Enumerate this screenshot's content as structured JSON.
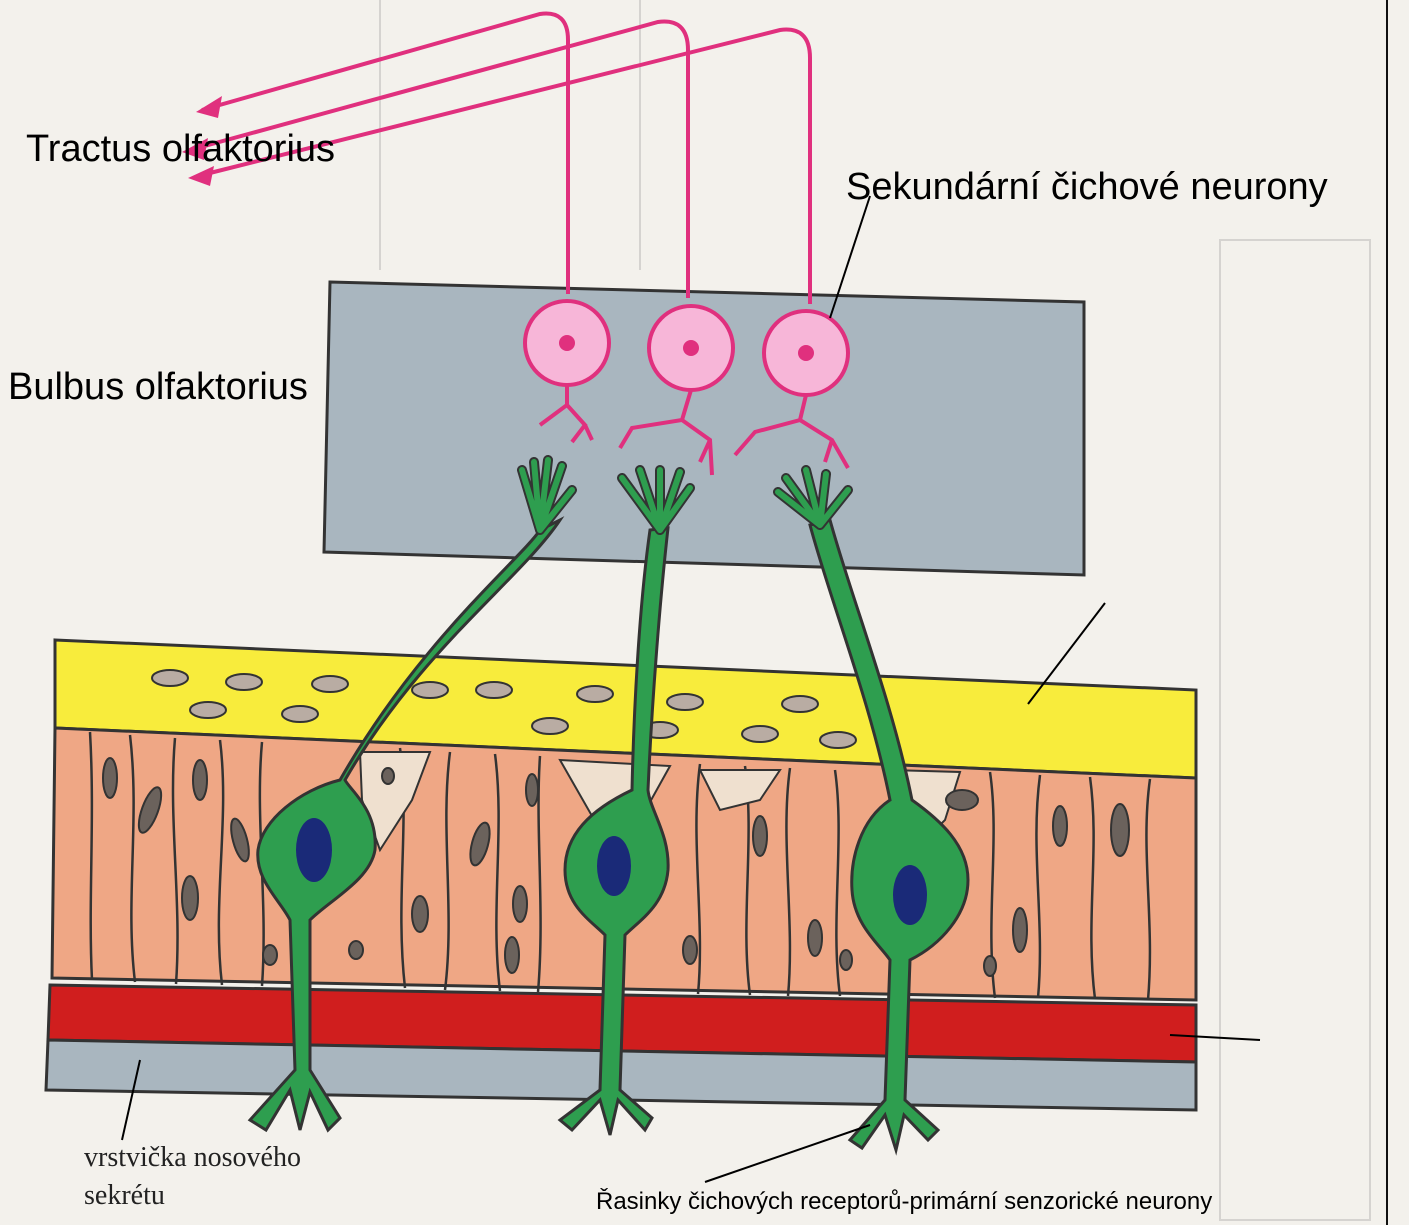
{
  "labels": {
    "tractus": "Tractus olfaktorius",
    "bulbus": "Bulbus olfaktorius",
    "sekundarni": "Sekundární čichové neurony",
    "vrstvicka_line1": "vrstvička nosového",
    "vrstvicka_line2": "sekrétu",
    "rasinky": "Řasinky čichových receptorů-primární senzorické neurony"
  },
  "colors": {
    "background": "#f3f1ec",
    "bulb": "#a9b6bf",
    "connective_layer": "#f8ec3c",
    "epithelium": "#efa785",
    "supporting_gaps": "#efe0cf",
    "blood_vessel": "#d01e1e",
    "mucus_layer": "#a9b6bf",
    "receptor_neuron": "#2e9e4f",
    "receptor_nucleus": "#1a2a78",
    "mitral_cell": "#f7b6d8",
    "mitral_outline": "#e0307e",
    "nuclei": "#6b625c",
    "arrows": "#e0307e"
  }
}
